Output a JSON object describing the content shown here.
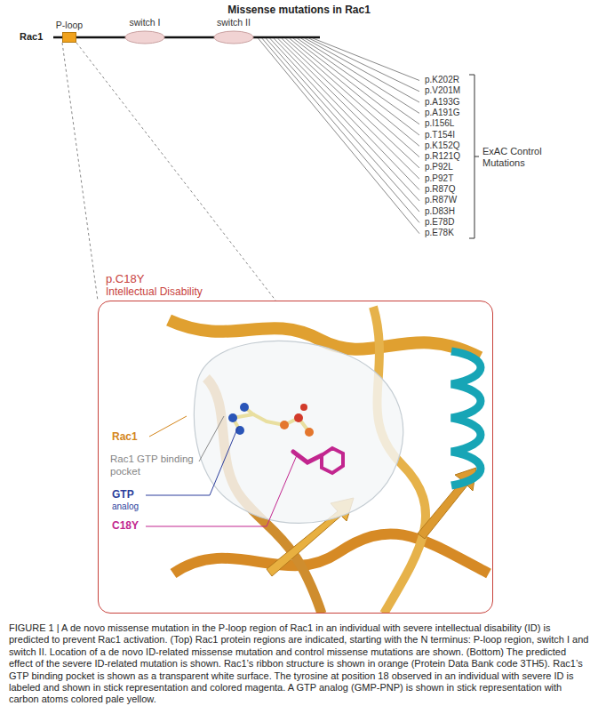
{
  "diagram": {
    "title": "Missense mutations in Rac1",
    "caption": "FIGURE 1 | A de novo missense mutation in the P-loop region of Rac1 in an individual with severe intellectual disability (ID) is predicted to prevent Rac1 activation. (Top) Rac1 protein regions are indicated, starting with the N terminus: P-loop region, switch I and switch II. Location of a de novo ID-related missense mutation and control missense mutations are shown. (Bottom) The predicted effect of the severe ID-related mutation is shown. Rac1’s ribbon structure is shown in orange (Protein Data Bank code 3TH5). Rac1’s GTP binding pocket is shown as a transparent white surface. The tyrosine at position 18 observed in an individual with severe ID is labeled and shown in stick representation and colored magenta. A GTP analog (GMP-PNP) is shown in stick representation with carbon atoms colored pale yellow.",
    "nodes": [
      {
        "text": [
          "P-loop"
        ]
      },
      {
        "text": [
          "switch I"
        ]
      },
      {
        "text": [
          "switch II"
        ]
      },
      {
        "text": [
          "p.C18Y",
          "Intellectual Disability"
        ]
      }
    ],
    "edges": [
      {
        "from": 0,
        "to": 3,
        "arrow": "none"
      },
      {
        "from": 0,
        "to": 3,
        "arrow": "none"
      }
    ],
    "labels": [
      "Rac1",
      "p.K202R",
      "p.V201M",
      "p.A193G",
      "p.A191G",
      "p.I156L",
      "p.T154I",
      "p.K152Q",
      "p.R121Q",
      "p.P92L",
      "p.P92T",
      "p.R87Q",
      "p.R87W",
      "p.D83H",
      "p.E78D",
      "p.E78K",
      "ExAC Control Mutations",
      "Rac1",
      "Rac1 GTP binding pocket",
      "GTP",
      "analog",
      "C18Y"
    ]
  }
}
